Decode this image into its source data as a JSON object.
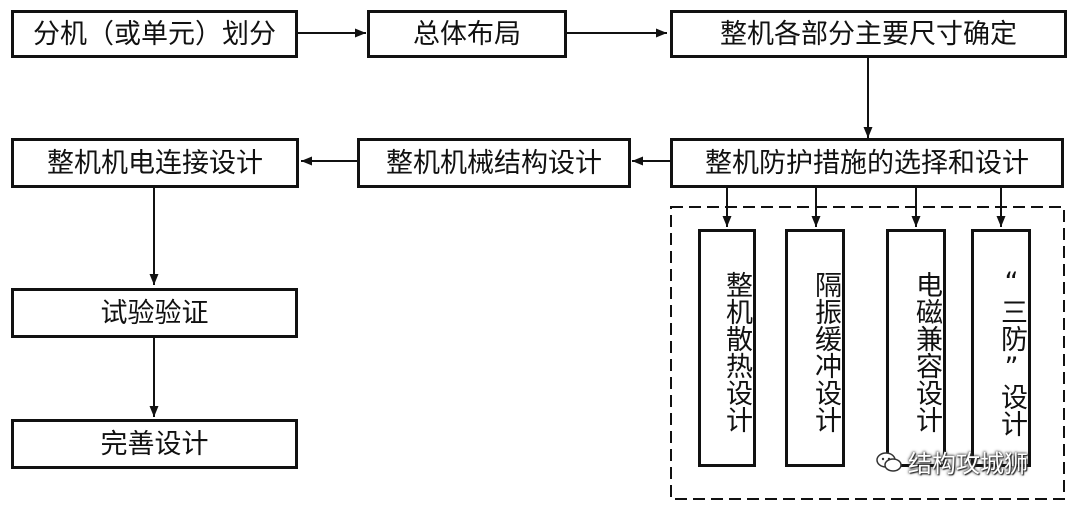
{
  "steps": {
    "divide": "分机（或单元）划分",
    "layout": "总体布局",
    "dimensions": "整机各部分主要尺寸确定",
    "protection": "整机防护措施的选择和设计",
    "mechanical": "整机机械结构设计",
    "electromechanical": "整机机电连接设计",
    "verification": "试验验证",
    "improve": "完善设计"
  },
  "protection_items": [
    "整机散热设计",
    "隔振缓冲设计",
    "电磁兼容设计",
    "“三防”设计"
  ],
  "watermark": "结构攻城狮"
}
